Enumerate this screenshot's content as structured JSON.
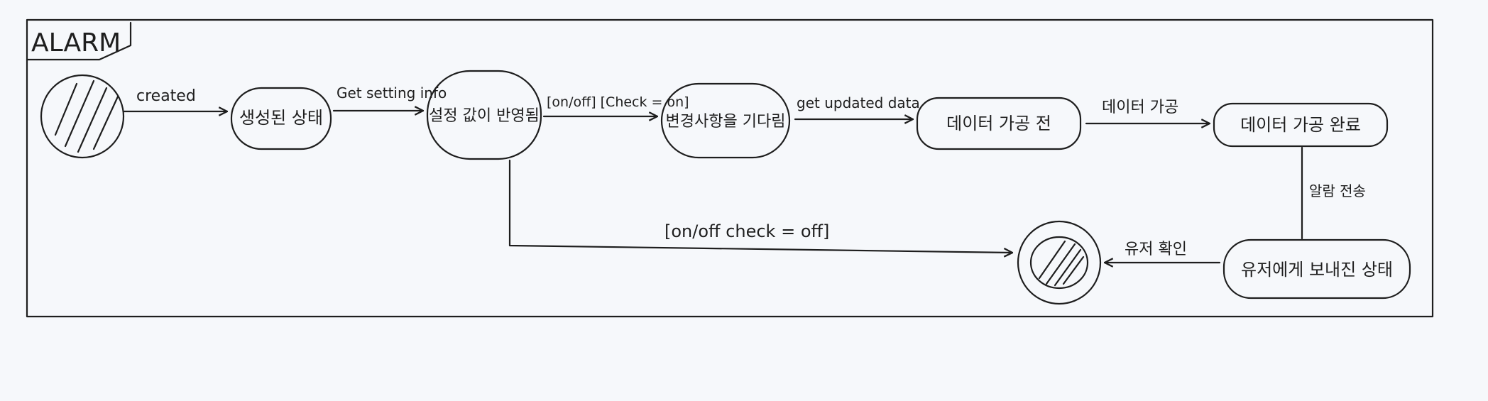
{
  "title": "ALARM",
  "states": {
    "created": "생성된 상태",
    "reflected": "설정 값이 반영됨",
    "waiting": "변경사항을 기다림",
    "before_processing": "데이터 가공 전",
    "processing_done": "데이터 가공 완료",
    "sent_to_user": "유저에게 보내진 상태"
  },
  "transitions": {
    "created": "created",
    "get_setting_info": "Get setting info",
    "on_off_check_on": "[on/off] [Check = on]",
    "get_updated_data": "get updated data",
    "data_processing": "데이터 가공",
    "alarm_send": "알람 전송",
    "user_confirm": "유저 확인",
    "on_off_check_off": "[on/off check = off]"
  },
  "colors": {
    "ink": "#1e1e1e",
    "paper": "#f6f8fb"
  }
}
